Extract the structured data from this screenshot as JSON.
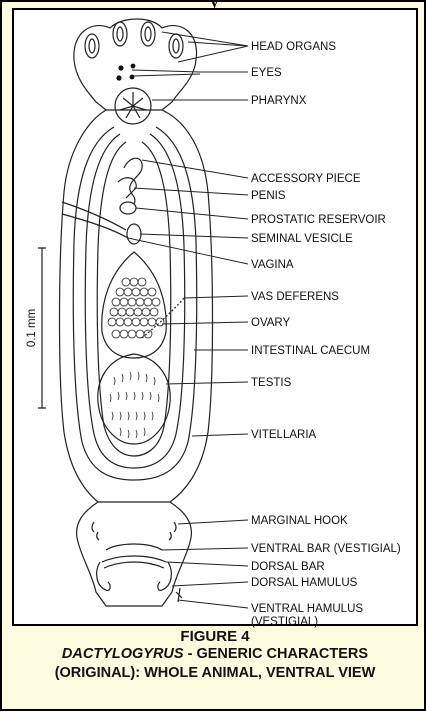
{
  "header_fragment": "y",
  "labels": {
    "head_organs": "HEAD ORGANS",
    "eyes": "EYES",
    "pharynx": "PHARYNX",
    "accessory_piece": "ACCESSORY PIECE",
    "penis": "PENIS",
    "prostatic_reservoir": "PROSTATIC RESERVOIR",
    "seminal_vesicle": "SEMINAL VESICLE",
    "vagina": "VAGINA",
    "vas_deferens": "VAS DEFERENS",
    "ovary": "OVARY",
    "intestinal_caecum": "INTESTINAL CAECUM",
    "testis": "TESTIS",
    "vitellaria": "VITELLARIA",
    "marginal_hook": "MARGINAL HOOK",
    "ventral_bar": "VENTRAL BAR (VESTIGIAL)",
    "dorsal_bar": "DORSAL BAR",
    "dorsal_hamulus": "DORSAL HAMULUS",
    "ventral_hamulus_1": "VENTRAL HAMULUS",
    "ventral_hamulus_2": "(VESTIGIAL)"
  },
  "scale_label": "0.1 mm",
  "caption": {
    "figure": "FIGURE 4",
    "genus": "DACTYLOGYRUS",
    "line2_rest": " - GENERIC CHARACTERS",
    "line3": "(ORIGINAL):  WHOLE ANIMAL, VENTRAL VIEW"
  },
  "colors": {
    "frame_bg": "#fdfbe0",
    "panel_bg": "#ffffff",
    "ink": "#111111"
  }
}
